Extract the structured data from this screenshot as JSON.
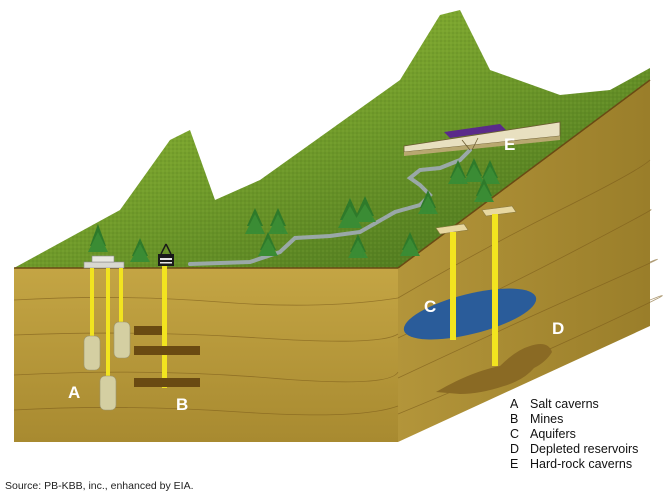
{
  "diagram_labels": {
    "A": "A",
    "B": "B",
    "C": "C",
    "D": "D",
    "E": "E"
  },
  "legend": [
    {
      "letter": "A",
      "text": "Salt caverns"
    },
    {
      "letter": "B",
      "text": "Mines"
    },
    {
      "letter": "C",
      "text": "Aquifers"
    },
    {
      "letter": "D",
      "text": "Depleted reservoirs"
    },
    {
      "letter": "E",
      "text": "Hard-rock caverns"
    }
  ],
  "source": "Source: PB-KBB, inc., enhanced by EIA.",
  "colors": {
    "ground_front": "#b89a3a",
    "ground_side": "#a88b30",
    "terrain": "#6f9a2a",
    "wells": "#f2e41f",
    "aquifer": "#2a5c9a",
    "reservoir": "#8a6a24",
    "cavern_facility": "#5a2a8a"
  }
}
